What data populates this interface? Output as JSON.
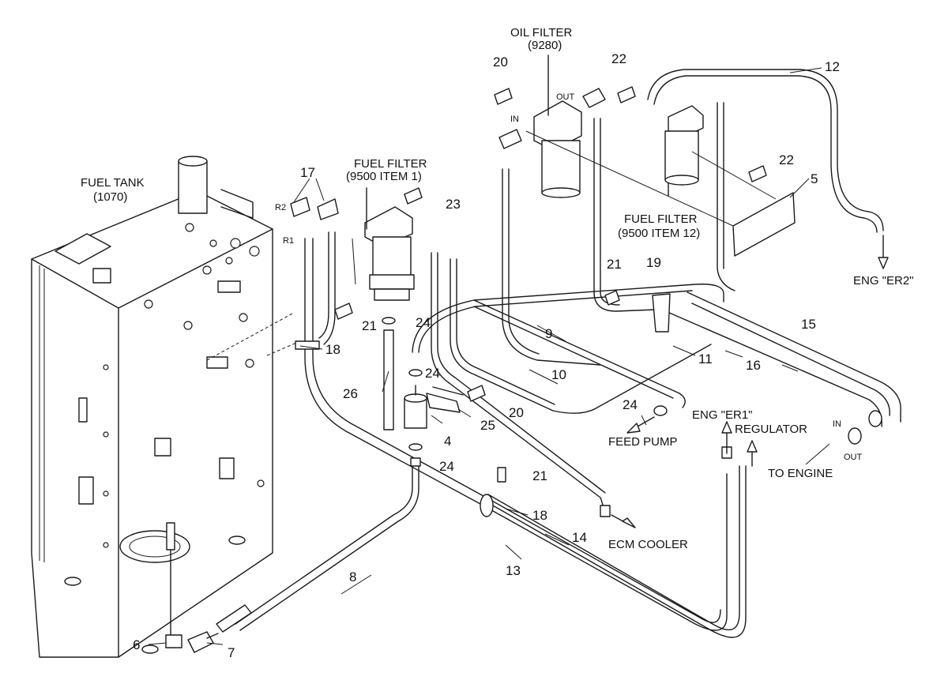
{
  "labels": {
    "fuel_tank": "FUEL TANK",
    "fuel_tank_code": "(1070)",
    "fuel_filter_1": "FUEL FILTER",
    "fuel_filter_1_code": "(9500 ITEM 1)",
    "oil_filter": "OIL FILTER",
    "oil_filter_code": "(9280)",
    "fuel_filter_12": "FUEL FILTER",
    "fuel_filter_12_code": "(9500 ITEM 12)",
    "eng_er2": "ENG \"ER2\"",
    "eng_er1": "ENG \"ER1\"",
    "regulator": "REGULATOR",
    "to_engine": "TO ENGINE",
    "feed_pump": "FEED PUMP",
    "ecm_cooler": "ECM COOLER",
    "port_in_oil": "IN",
    "port_out_oil": "OUT",
    "port_in_engine": "IN",
    "port_out_engine": "OUT",
    "port_r1": "R1",
    "port_r2": "R2"
  },
  "callouts": {
    "c4": "4",
    "c5": "5",
    "c6": "6",
    "c7": "7",
    "c8": "8",
    "c9": "9",
    "c10": "10",
    "c11": "11",
    "c12": "12",
    "c13": "13",
    "c14": "14",
    "c15": "15",
    "c16": "16",
    "c17": "17",
    "c18a": "18",
    "c18b": "18",
    "c19": "19",
    "c20a": "20",
    "c20b": "20",
    "c21a": "21",
    "c21b": "21",
    "c21c": "21",
    "c22a": "22",
    "c22b": "22",
    "c23": "23",
    "c24a": "24",
    "c24b": "24",
    "c24c": "24",
    "c24d": "24",
    "c25": "25",
    "c26": "26"
  },
  "colors": {
    "line": "#1a1a1a",
    "background": "#ffffff"
  }
}
